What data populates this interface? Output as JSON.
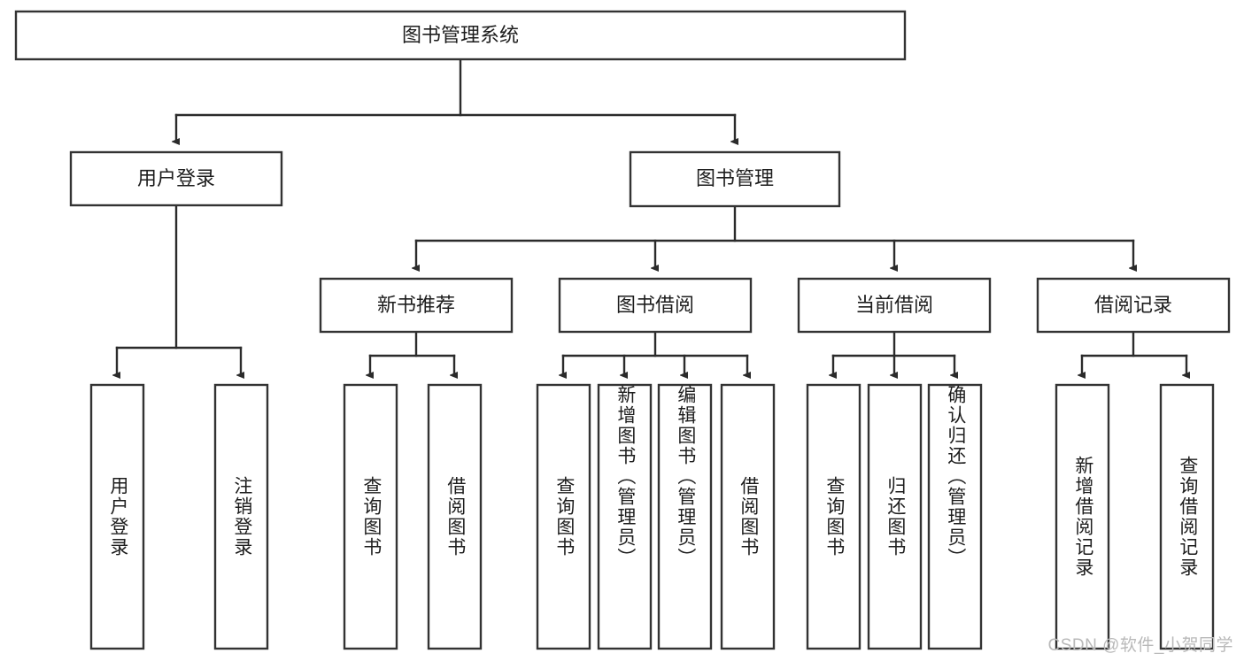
{
  "diagram": {
    "title": "图书管理系统",
    "type": "tree-hierarchy",
    "root": {
      "label": "图书管理系统"
    },
    "level1": [
      {
        "label": "用户登录"
      },
      {
        "label": "图书管理"
      }
    ],
    "level2": [
      {
        "label": "新书推荐"
      },
      {
        "label": "图书借阅"
      },
      {
        "label": "当前借阅"
      },
      {
        "label": "借阅记录"
      }
    ],
    "leaves": {
      "user_login": [
        {
          "label": "用户登录"
        },
        {
          "label": "注销登录"
        }
      ],
      "new_book_recommend": [
        {
          "label": "查询图书"
        },
        {
          "label": "借阅图书"
        }
      ],
      "book_borrow": [
        {
          "label": "查询图书"
        },
        {
          "label": "新增图书（管理员）"
        },
        {
          "label": "编辑图书（管理员）"
        },
        {
          "label": "借阅图书"
        }
      ],
      "current_borrow": [
        {
          "label": "查询图书"
        },
        {
          "label": "归还图书"
        },
        {
          "label": "确认归还（管理员）"
        }
      ],
      "borrow_record": [
        {
          "label": "新增借阅记录"
        },
        {
          "label": "查询借阅记录"
        }
      ]
    }
  },
  "watermark": {
    "text": "CSDN @软件_小贺同学"
  },
  "colors": {
    "box_stroke": "#333333",
    "connector": "#2b2b2b",
    "background": "#ffffff",
    "text": "#1d1d1d",
    "watermark": "#b9b9b9"
  }
}
